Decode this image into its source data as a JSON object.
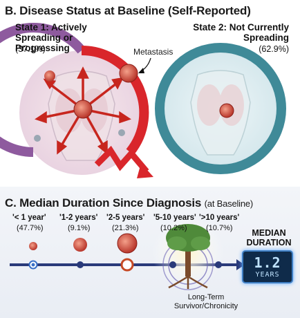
{
  "section_b": {
    "title": "B. Disease Status at Baseline (Self-Reported)",
    "state1": {
      "heading": "State 1: Actively Spreading or Progressing",
      "percent": "(37.1%)"
    },
    "state2": {
      "heading": "State 2: Not Currently Spreading",
      "percent": "(62.9%)"
    },
    "metastasis_label": "Metastasis"
  },
  "section_c": {
    "title": "C. Median Duration Since Diagnosis",
    "title_suffix": "(at Baseline)",
    "timeline": [
      {
        "label": "'< 1 year'",
        "percent": "(47.7%)"
      },
      {
        "label": "'1-2 years'",
        "percent": "(9.1%)"
      },
      {
        "label": "'2-5 years'",
        "percent": "(21.3%)"
      },
      {
        "label": "'5-10 years'",
        "percent": "(10.2%)"
      },
      {
        "label": "'>10 years'",
        "percent": "(10.7%)"
      }
    ],
    "median": {
      "title": "MEDIAN DURATION",
      "value": "1.2",
      "unit": "YEARS"
    },
    "survivor_label": "Long-Term Survivor/Chronicity"
  },
  "colors": {
    "state1_ring": "#8e5a9e",
    "state1_accent": "#d9262b",
    "state2_ring": "#3f8a98",
    "timeline": "#2a3a7a",
    "median_bg": "#0f2b4a"
  }
}
